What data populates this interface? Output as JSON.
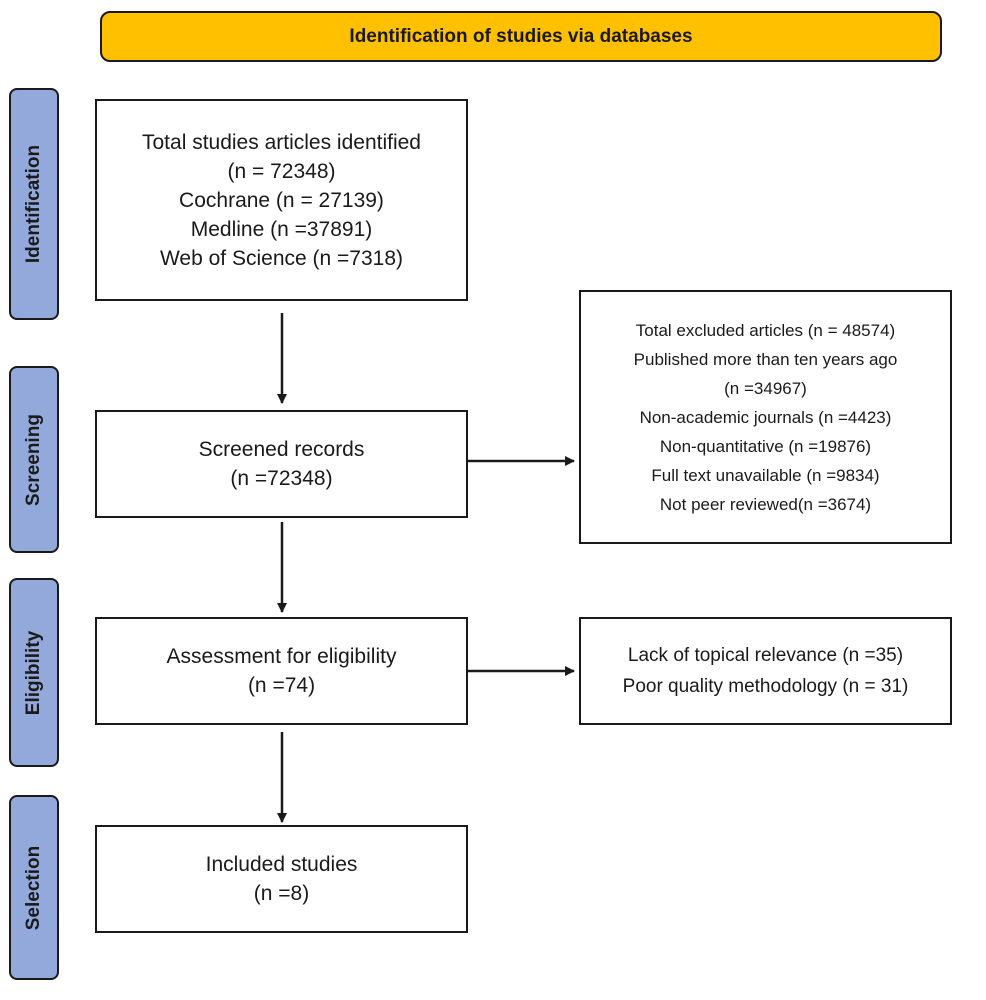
{
  "header": {
    "title": "Identification of studies via databases"
  },
  "stages": {
    "identification": "Identification",
    "screening": "Screening",
    "eligibility": "Eligibility",
    "selection": "Selection"
  },
  "boxes": {
    "identified": [
      "Total studies articles identified",
      "(n = 72348)",
      "Cochrane (n = 27139)",
      "Medline (n =37891)",
      "Web of Science (n =7318)"
    ],
    "screened": [
      "Screened records",
      "(n =72348)"
    ],
    "excluded": [
      "Total excluded articles (n = 48574)",
      "Published more than ten years ago",
      "(n =34967)",
      "Non-academic journals (n =4423)",
      "Non-quantitative (n =19876)",
      "Full text unavailable (n =9834)",
      "Not peer reviewed(n =3674)"
    ],
    "assessment": [
      "Assessment for eligibility",
      "(n =74)"
    ],
    "eligibility_excluded": [
      "Lack of topical relevance (n =35)",
      "Poor quality methodology (n = 31)"
    ],
    "included": [
      "Included studies",
      "(n =8)"
    ]
  },
  "colors": {
    "header": "#ffc000",
    "stage": "#93a9dc",
    "border": "#1a1a1a"
  }
}
